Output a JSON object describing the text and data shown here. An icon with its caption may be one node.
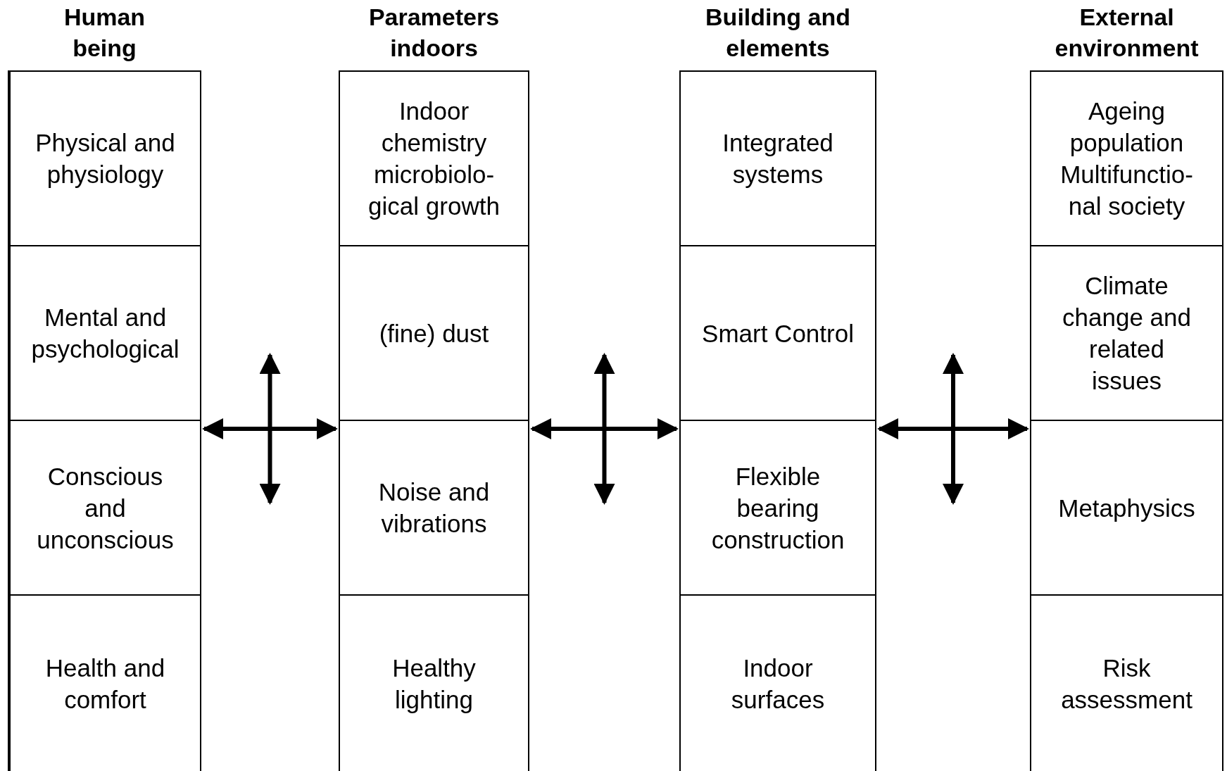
{
  "diagram": {
    "nodes": [
      {
        "text": [
          "Human being"
        ]
      },
      {
        "text": [
          "Physical and physiology"
        ],
        "in": 0
      },
      {
        "text": [
          "Mental and psychological"
        ],
        "in": 0
      },
      {
        "text": [
          "Conscious and unconscious"
        ],
        "in": 0
      },
      {
        "text": [
          "Health and comfort"
        ],
        "in": 0
      },
      {
        "text": [
          "Parameters indoors"
        ]
      },
      {
        "text": [
          "Indoor chemistry microbiolo-gical growth"
        ],
        "in": 5
      },
      {
        "text": [
          "(fine) dust"
        ],
        "in": 5
      },
      {
        "text": [
          "Noise and vibrations"
        ],
        "in": 5
      },
      {
        "text": [
          "Healthy lighting"
        ],
        "in": 5
      },
      {
        "text": [
          "Building and elements"
        ]
      },
      {
        "text": [
          "Integrated systems"
        ],
        "in": 10
      },
      {
        "text": [
          "Smart Control"
        ],
        "in": 10
      },
      {
        "text": [
          "Flexible bearing construction"
        ],
        "in": 10
      },
      {
        "text": [
          "Indoor surfaces"
        ],
        "in": 10
      },
      {
        "text": [
          "External environment"
        ]
      },
      {
        "text": [
          "Ageing population",
          "Multifunctio-nal society"
        ],
        "in": 15
      },
      {
        "text": [
          "Climate change and related issues"
        ],
        "in": 15
      },
      {
        "text": [
          "Metaphysics"
        ],
        "in": 15
      },
      {
        "text": [
          "Risk assessment"
        ],
        "in": 15
      }
    ],
    "edges": [
      {
        "from": 0,
        "to": 5,
        "arrow": "both"
      },
      {
        "from": 5,
        "to": 10,
        "arrow": "both"
      },
      {
        "from": 10,
        "to": 15,
        "arrow": "both"
      }
    ]
  }
}
